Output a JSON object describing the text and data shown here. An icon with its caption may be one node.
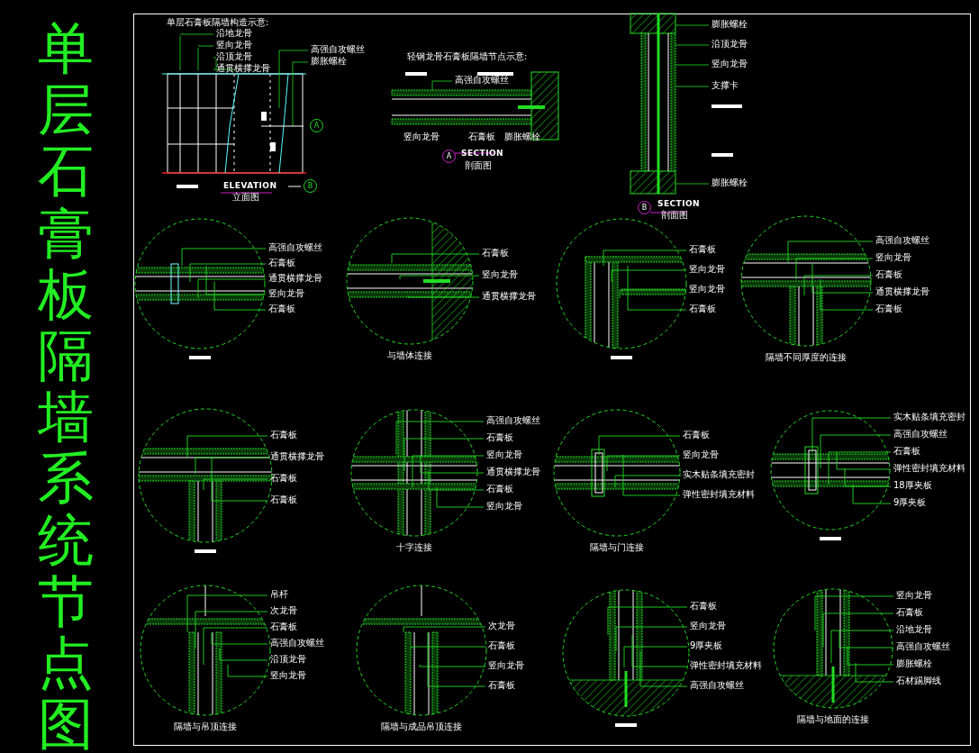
{
  "diagram": {
    "title": "单层石膏板隔墙系统节点图",
    "nodes": [
      {
        "text": [
          "A"
        ]
      },
      {
        "text": [
          "B"
        ]
      },
      {
        "text": [
          "A"
        ]
      },
      {
        "text": [
          "B"
        ]
      }
    ],
    "labels": [
      "单层石膏板隔墙构造示意:",
      "沿地龙骨",
      "竖向龙骨",
      "沿顶龙骨",
      "通贯横撑龙骨",
      "高强自攻螺丝",
      "膨胀螺栓",
      "ELEVATION",
      "立面图",
      "轻钢龙骨石膏板隔墙节点示意:",
      "高强自攻螺丝",
      "竖向龙骨",
      "石膏板",
      "膨胀螺栓",
      "SECTION",
      "剖面图",
      "膨胀螺栓",
      "沿顶龙骨",
      "竖向龙骨",
      "支撑卡",
      "膨胀螺栓",
      "SECTION",
      "剖面图",
      "高强自攻螺丝",
      "石膏板",
      "通贯横撑龙骨",
      "竖向龙骨",
      "石膏板",
      "石膏板",
      "竖向龙骨",
      "通贯横撑龙骨",
      "与墙体连接",
      "石膏板",
      "竖向龙骨",
      "竖向龙骨",
      "石膏板",
      "高强自攻螺丝",
      "竖向龙骨",
      "石膏板",
      "通贯横撑龙骨",
      "石膏板",
      "隔墙不同厚度的连接",
      "石膏板",
      "通贯横撑龙骨",
      "石膏板",
      "石膏板",
      "高强自攻螺丝",
      "石膏板",
      "竖向龙骨",
      "通贯横撑龙骨",
      "石膏板",
      "竖向龙骨",
      "十字连接",
      "石膏板",
      "竖向龙骨",
      "实木贴条填充密封",
      "弹性密封填充材料",
      "隔墙与门连接",
      "实木贴条填充密封",
      "高强自攻螺丝",
      "石膏板",
      "弹性密封填充材料",
      "18厚夹板",
      "9厚夹板",
      "吊杆",
      "次龙骨",
      "石膏板",
      "高强自攻螺丝",
      "沿顶龙骨",
      "竖向龙骨",
      "隔墙与吊顶连接",
      "次龙骨",
      "石膏板",
      "竖向龙骨",
      "石膏板",
      "隔墙与成品吊顶连接",
      "石膏板",
      "竖向龙骨",
      "9厚夹板",
      "弹性密封填充材料",
      "高强自攻螺丝",
      "竖向龙骨",
      "石膏板",
      "沿地龙骨",
      "高强自攻螺丝",
      "膨胀螺栓",
      "石材踢脚线",
      "隔墙与地面的连接"
    ]
  }
}
